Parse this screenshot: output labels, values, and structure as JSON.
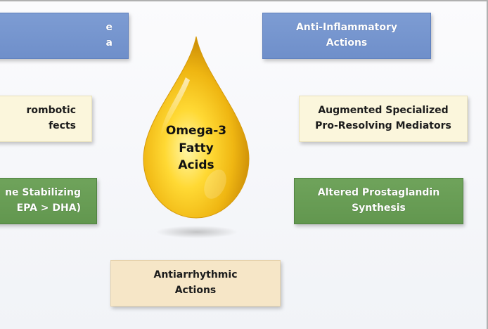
{
  "boxes": {
    "top_left": "e\na",
    "anti_inflammatory": "Anti-Inflammatory\nActions",
    "antithrombotic": "rombotic\nfects",
    "spm": "Augmented Specialized\nPro-Resolving Mediators",
    "membrane": "ne Stabilizing\nEPA > DHA)",
    "prostaglandin": "Altered Prostaglandin\nSynthesis",
    "antiarrhythmic": "Antiarrhythmic\nActions"
  },
  "center": {
    "label": "Omega-3\nFatty\nAcids"
  },
  "colors": {
    "blue": "#7393cd",
    "green": "#67994f",
    "cream": "#fbf6dc",
    "tan": "#f6e6c7",
    "drop_gold": "#f2c21a"
  }
}
